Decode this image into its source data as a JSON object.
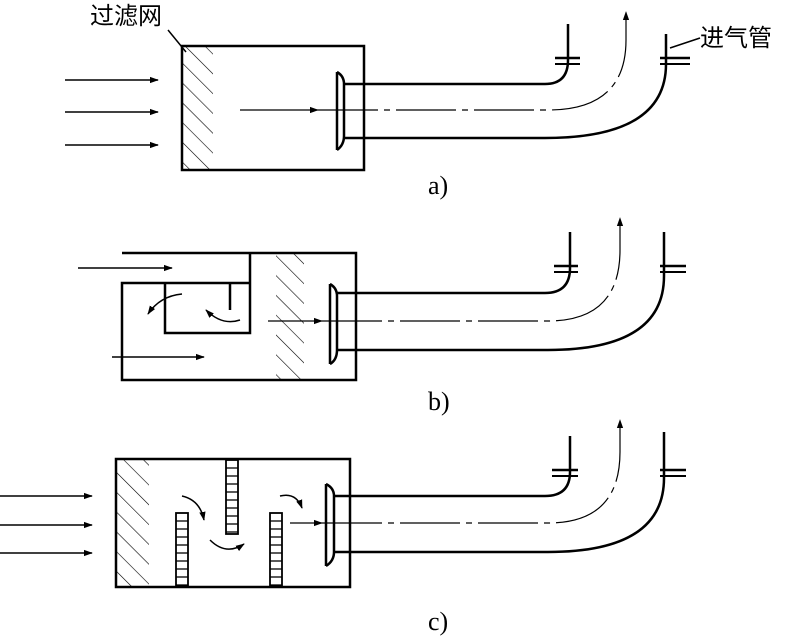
{
  "labels": {
    "filter": "过滤网",
    "intake_pipe": "进气管"
  },
  "captions": {
    "a": "a)",
    "b": "b)",
    "c": "c)"
  },
  "colors": {
    "ink": "#000000",
    "background": "#ffffff"
  }
}
